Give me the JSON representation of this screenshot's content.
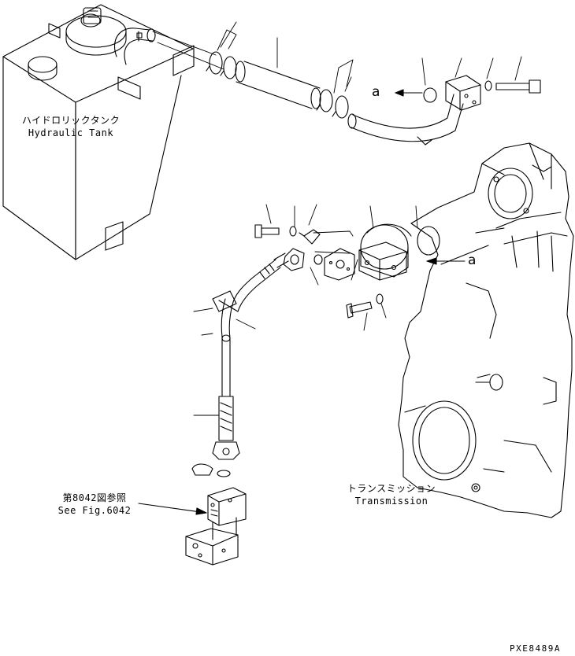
{
  "labels": {
    "hydraulic_tank_jp": "ハイドロリックタンク",
    "hydraulic_tank_en": "Hydraulic Tank",
    "transmission_jp": "トランスミッション",
    "transmission_en": "Transmission",
    "see_fig_jp": "第8042図参照",
    "see_fig_en": "See Fig.6042",
    "ref_a_top": "a",
    "ref_a_mid": "a",
    "drawing_code": "PXE8489A"
  },
  "colors": {
    "line": "#000000",
    "background": "#ffffff"
  }
}
